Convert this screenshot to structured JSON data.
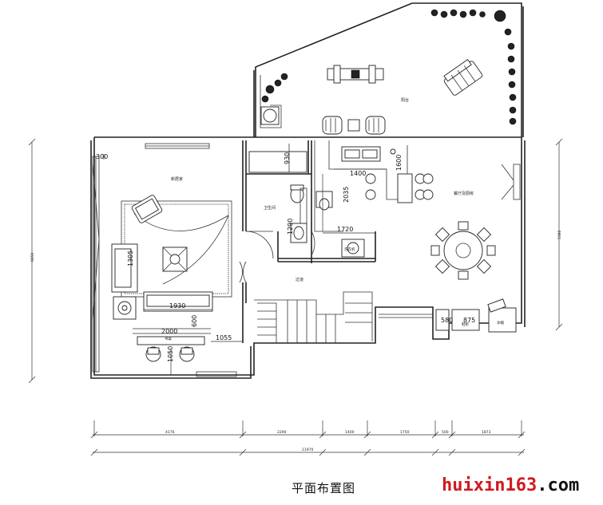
{
  "title": "平面布置图",
  "watermark": {
    "brand": "huixin163",
    "suffix": ".com",
    "brand_color": "#d0191f"
  },
  "rooms": {
    "living_room": "新居家",
    "terrace": "阳台",
    "dining": "餐厅及厨房",
    "bathroom": "卫生间",
    "corridor": "过道",
    "study": "书桌",
    "laundry": "洗衣机",
    "fridge": "冰箱",
    "shoe_cabinet": "鞋柜"
  },
  "dims": {
    "d300": "300",
    "d930": "930",
    "d1400": "1400",
    "d1600": "1600",
    "d2035": "2035",
    "d1290": "1290",
    "d1720": "1720",
    "d1305": "1305",
    "d1930": "1930",
    "d2000": "2000",
    "d600": "600",
    "d1055": "1055",
    "d1050": "1050",
    "d580": "580",
    "d875": "875",
    "left_total": "6650",
    "right_total": "5380"
  },
  "bottom_dims": [
    "4176",
    "2290",
    "1400",
    "1750",
    "500",
    "1873"
  ],
  "bottom_total": "11970"
}
